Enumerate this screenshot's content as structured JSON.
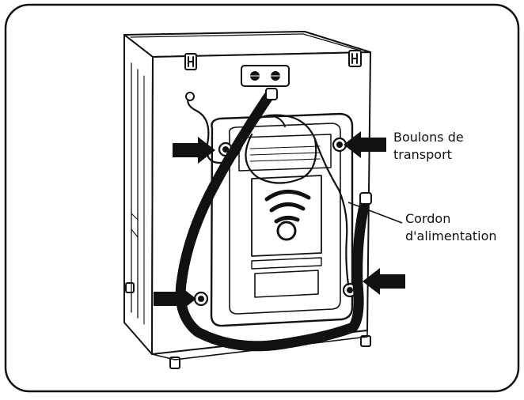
{
  "labels": {
    "transport_bolts_line1": "Boulons de",
    "transport_bolts_line2": "transport",
    "power_cord_line1": "Cordon",
    "power_cord_line2": "d'alimentation"
  },
  "colors": {
    "ink": "#111111",
    "background": "#ffffff"
  }
}
